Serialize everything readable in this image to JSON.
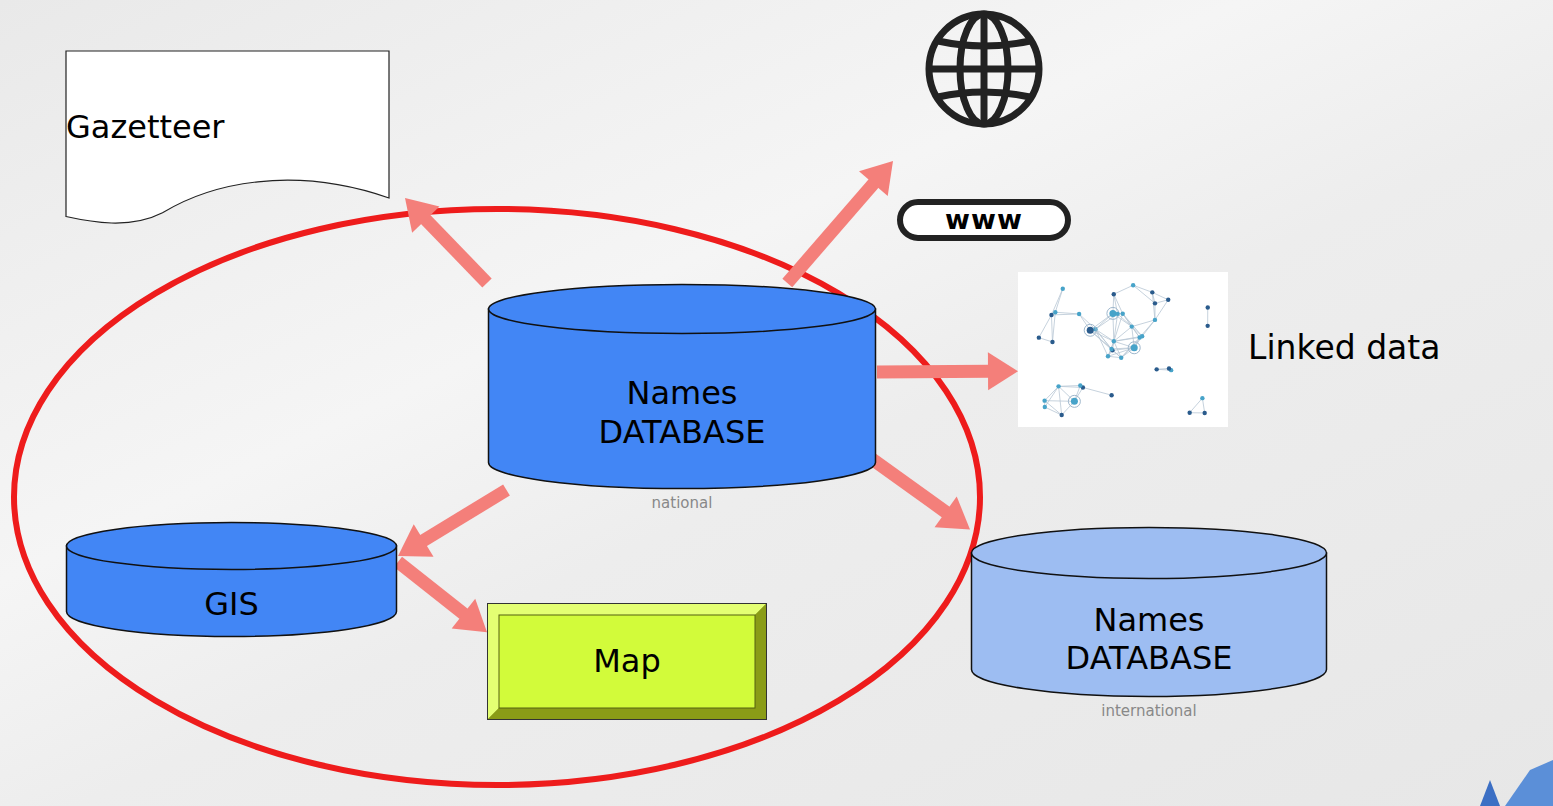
{
  "diagram": {
    "nodes": [
      {
        "text": [
          "Gazetteer"
        ]
      },
      {
        "text": [
          "www"
        ]
      },
      {
        "text": [
          "Names DATABASE",
          "national"
        ]
      },
      {
        "text": [
          "Linked data"
        ]
      },
      {
        "text": [
          "GIS"
        ]
      },
      {
        "text": [
          "Map"
        ]
      },
      {
        "text": [
          "Names DATABASE",
          "international"
        ]
      }
    ],
    "edges": [
      {
        "from": 2,
        "to": 0,
        "arrow": "to"
      },
      {
        "from": 2,
        "to": 1,
        "arrow": "to"
      },
      {
        "from": 2,
        "to": 3,
        "arrow": "to"
      },
      {
        "from": 2,
        "to": 6,
        "arrow": "to"
      },
      {
        "from": 2,
        "to": 4,
        "arrow": "to"
      },
      {
        "from": 4,
        "to": 5,
        "arrow": "to"
      }
    ]
  }
}
